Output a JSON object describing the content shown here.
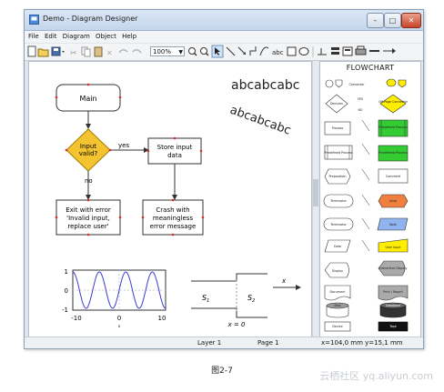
{
  "window": {
    "title": "Demo - Diagram Designer"
  },
  "menu": [
    "File",
    "Edit",
    "Diagram",
    "Object",
    "Help"
  ],
  "toolbar": {
    "zoom": "100%"
  },
  "flowchart": {
    "main": "Main",
    "decision": [
      "Input",
      "valid?"
    ],
    "yes": "yes",
    "no": "no",
    "store": [
      "Store input",
      "data"
    ],
    "exit": [
      "Exit with error",
      "'Invalid input,",
      "replace user'"
    ],
    "crash": [
      "Crash with",
      "meaningless",
      "error message"
    ]
  },
  "fonttext": {
    "large": "abcabcabc",
    "rotated": "abcabcabc"
  },
  "plot": {
    "yticks": [
      "1",
      "0",
      "-1"
    ],
    "xticks": [
      "-10",
      "0",
      "10"
    ],
    "xlabel": "x"
  },
  "physics": {
    "s1": "S",
    "s1sub": "1",
    "s2": "S",
    "s2sub": "2",
    "x": "x",
    "eq": "x = 0"
  },
  "palette": {
    "title": "FLOWCHART",
    "items": {
      "connector": "Connector",
      "decision": "Decision",
      "yes": "YES",
      "no": "NO",
      "offpage": "Off-Page Connector",
      "process": "Process",
      "predefined_process": "Predefined Process",
      "predefined_process2": "Predefined Process",
      "predef2": "Predefined Process",
      "preparation": "Preparation",
      "comment": "Comment",
      "terminator": "Terminator",
      "jump": "Jump",
      "terminator2": "Terminator",
      "note": "Note",
      "data": "Data",
      "user_input": "User Input",
      "display": "Display",
      "interactive_display": "Interactive Display",
      "document": "Document",
      "print_report": "Print / Report",
      "disk": "Disk",
      "database": "Database",
      "device": "Device",
      "tape": "Tape"
    }
  },
  "status": {
    "layer": "Layer 1",
    "page": "Page 1",
    "coords": "x=104,0 mm  y=15,1 mm"
  },
  "caption": "图2-7",
  "watermark": "云栖社区 yq.aliyun.com"
}
